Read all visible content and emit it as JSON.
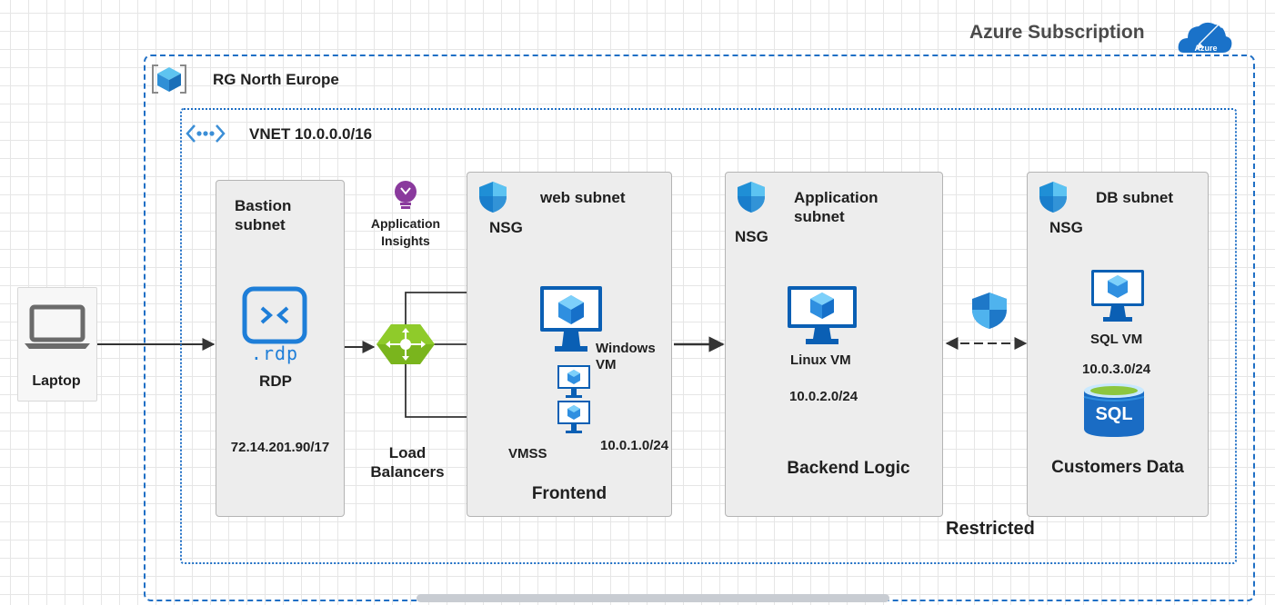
{
  "subscription": {
    "title": "Azure Subscription",
    "badge": "Azure"
  },
  "resource_group": {
    "title": "RG North Europe"
  },
  "vnet": {
    "title": "VNET 10.0.0.0/16"
  },
  "laptop": {
    "label": "Laptop"
  },
  "bastion": {
    "title_line1": "Bastion",
    "title_line2": "subnet",
    "rdp_icon_text": ".rdp",
    "rdp_label": "RDP",
    "ip": "72.14.201.90/17"
  },
  "app_insights": {
    "line1": "Application",
    "line2": "Insights"
  },
  "load_balancers": {
    "line1": "Load",
    "line2": "Balancers"
  },
  "web_subnet": {
    "title": "web subnet",
    "nsg": "NSG",
    "vm_line1": "Windows",
    "vm_line2": "VM",
    "vmss": "VMSS",
    "cidr": "10.0.1.0/24",
    "tier": "Frontend"
  },
  "app_subnet": {
    "title_line1": "Application",
    "title_line2": "subnet",
    "nsg": "NSG",
    "vm": "Linux VM",
    "cidr": "10.0.2.0/24",
    "tier": "Backend Logic"
  },
  "db_subnet": {
    "title": "DB subnet",
    "nsg": "NSG",
    "vm": "SQL VM",
    "cidr": "10.0.3.0/24",
    "db_icon_text": "SQL",
    "tier": "Customers Data"
  },
  "restricted": {
    "label": "Restricted"
  },
  "colors": {
    "azure_blue": "#1f6fc5",
    "vm_blue": "#0078d4",
    "lb_green": "#7ab51d",
    "insights_purple": "#8a3a9d",
    "border_gray": "#b4b4b4",
    "wire": "#333333"
  }
}
